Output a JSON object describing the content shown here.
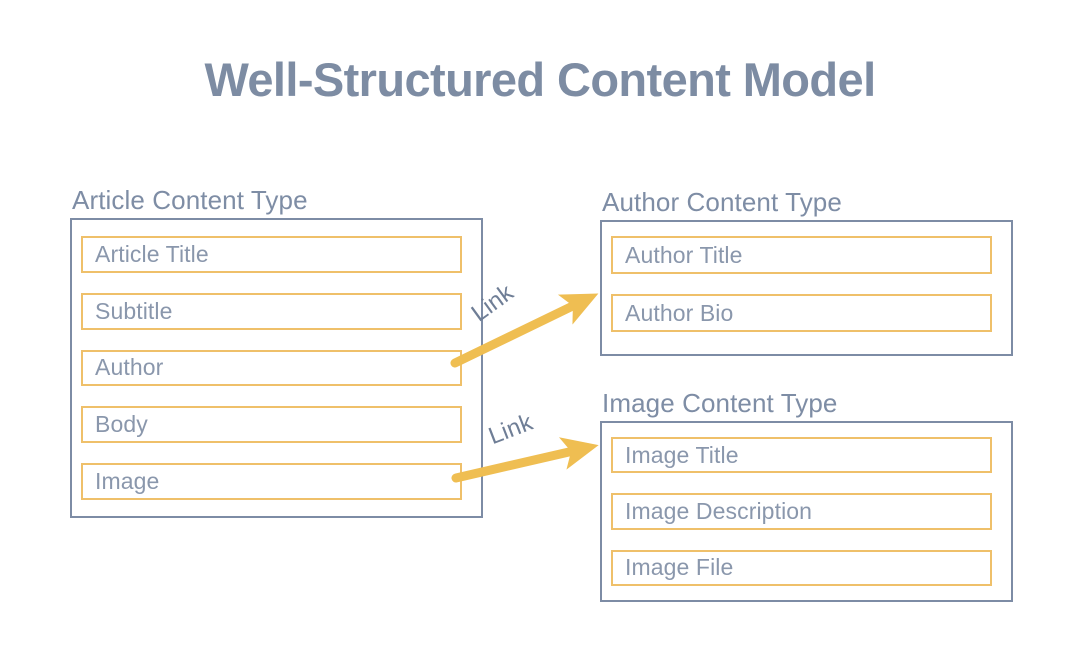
{
  "title": "Well-Structured Content Model",
  "colors": {
    "title_text": "#7d8ca3",
    "group_border": "#7d8ca5",
    "field_border": "#efc06a",
    "field_text": "#8a97ac",
    "arrow": "#efbe52",
    "background": "#ffffff"
  },
  "groups": [
    {
      "id": "article",
      "header": "Article Content Type",
      "fields": [
        {
          "label": "Article Title"
        },
        {
          "label": "Subtitle"
        },
        {
          "label": "Author"
        },
        {
          "label": "Body"
        },
        {
          "label": "Image"
        }
      ]
    },
    {
      "id": "author",
      "header": "Author Content Type",
      "fields": [
        {
          "label": "Author Title"
        },
        {
          "label": "Author Bio"
        }
      ]
    },
    {
      "id": "image",
      "header": "Image Content Type",
      "fields": [
        {
          "label": "Image Title"
        },
        {
          "label": "Image Description"
        },
        {
          "label": "Image File"
        }
      ]
    }
  ],
  "connectors": [
    {
      "id": "author-link",
      "label": "Link",
      "from": "Article Content Type / Author",
      "to": "Author Content Type"
    },
    {
      "id": "image-link",
      "label": "Link",
      "from": "Article Content Type / Image",
      "to": "Image Content Type"
    }
  ]
}
